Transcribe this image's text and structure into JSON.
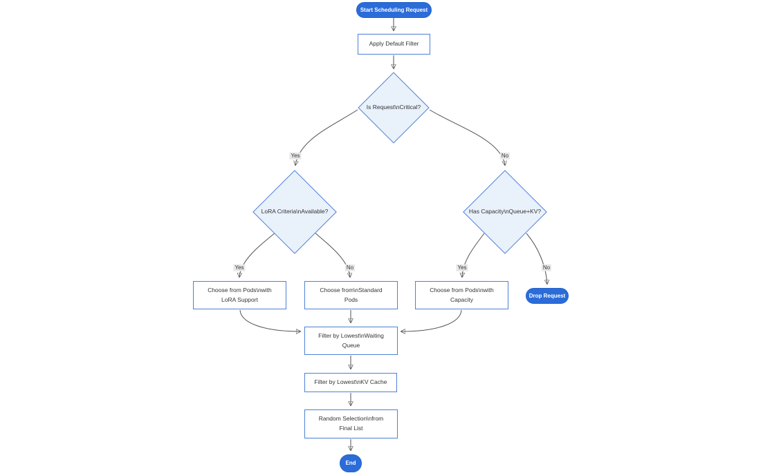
{
  "diagram": {
    "type": "flowchart",
    "nodes": {
      "start": {
        "label": "Start Scheduling Request",
        "shape": "pill"
      },
      "apply_default_filter": {
        "label": "Apply Default Filter",
        "shape": "rect"
      },
      "is_request_critical": {
        "label": "Is Request\\nCritical?",
        "shape": "decision"
      },
      "lora_criteria_available": {
        "label": "LoRA Criteria\\nAvailable?",
        "shape": "decision"
      },
      "has_capacity_queue_kv": {
        "label": "Has Capacity\\nQueue+KV?",
        "shape": "decision"
      },
      "choose_pods_lora": {
        "label": "Choose from Pods\\nwith LoRA Support",
        "shape": "rect"
      },
      "choose_standard_pods": {
        "label": "Choose from\\nStandard Pods",
        "shape": "rect"
      },
      "choose_pods_capacity": {
        "label": "Choose from Pods\\nwith Capacity",
        "shape": "rect"
      },
      "drop_request": {
        "label": "Drop Request",
        "shape": "pill"
      },
      "filter_lowest_waiting_queue": {
        "label": "Filter by Lowest\\nWaiting Queue",
        "shape": "rect"
      },
      "filter_lowest_kv_cache": {
        "label": "Filter by Lowest\\nKV Cache",
        "shape": "rect"
      },
      "random_selection": {
        "label": "Random Selection\\nfrom Final List",
        "shape": "rect"
      },
      "end": {
        "label": "End",
        "shape": "pill"
      }
    },
    "edges": [
      {
        "from": "start",
        "to": "apply_default_filter",
        "label": ""
      },
      {
        "from": "apply_default_filter",
        "to": "is_request_critical",
        "label": ""
      },
      {
        "from": "is_request_critical",
        "to": "lora_criteria_available",
        "label": "Yes"
      },
      {
        "from": "is_request_critical",
        "to": "has_capacity_queue_kv",
        "label": "No"
      },
      {
        "from": "lora_criteria_available",
        "to": "choose_pods_lora",
        "label": "Yes"
      },
      {
        "from": "lora_criteria_available",
        "to": "choose_standard_pods",
        "label": "No"
      },
      {
        "from": "has_capacity_queue_kv",
        "to": "choose_pods_capacity",
        "label": "Yes"
      },
      {
        "from": "has_capacity_queue_kv",
        "to": "drop_request",
        "label": "No"
      },
      {
        "from": "choose_pods_lora",
        "to": "filter_lowest_waiting_queue",
        "label": ""
      },
      {
        "from": "choose_standard_pods",
        "to": "filter_lowest_waiting_queue",
        "label": ""
      },
      {
        "from": "choose_pods_capacity",
        "to": "filter_lowest_waiting_queue",
        "label": ""
      },
      {
        "from": "filter_lowest_waiting_queue",
        "to": "filter_lowest_kv_cache",
        "label": ""
      },
      {
        "from": "filter_lowest_kv_cache",
        "to": "random_selection",
        "label": ""
      },
      {
        "from": "random_selection",
        "to": "end",
        "label": ""
      }
    ],
    "colors": {
      "pill_fill": "#2b6cd9",
      "pill_border": "#2463c9",
      "pill_text": "#ffffff",
      "node_fill": "#ffffff",
      "node_border": "#4d7fd6",
      "decision_fill": "#e9f1fb",
      "decision_border": "#4a7fd9",
      "edge_stroke": "#4f4f4f",
      "node_text": "#333333",
      "edge_label_bg": "#e8e8e8"
    }
  }
}
